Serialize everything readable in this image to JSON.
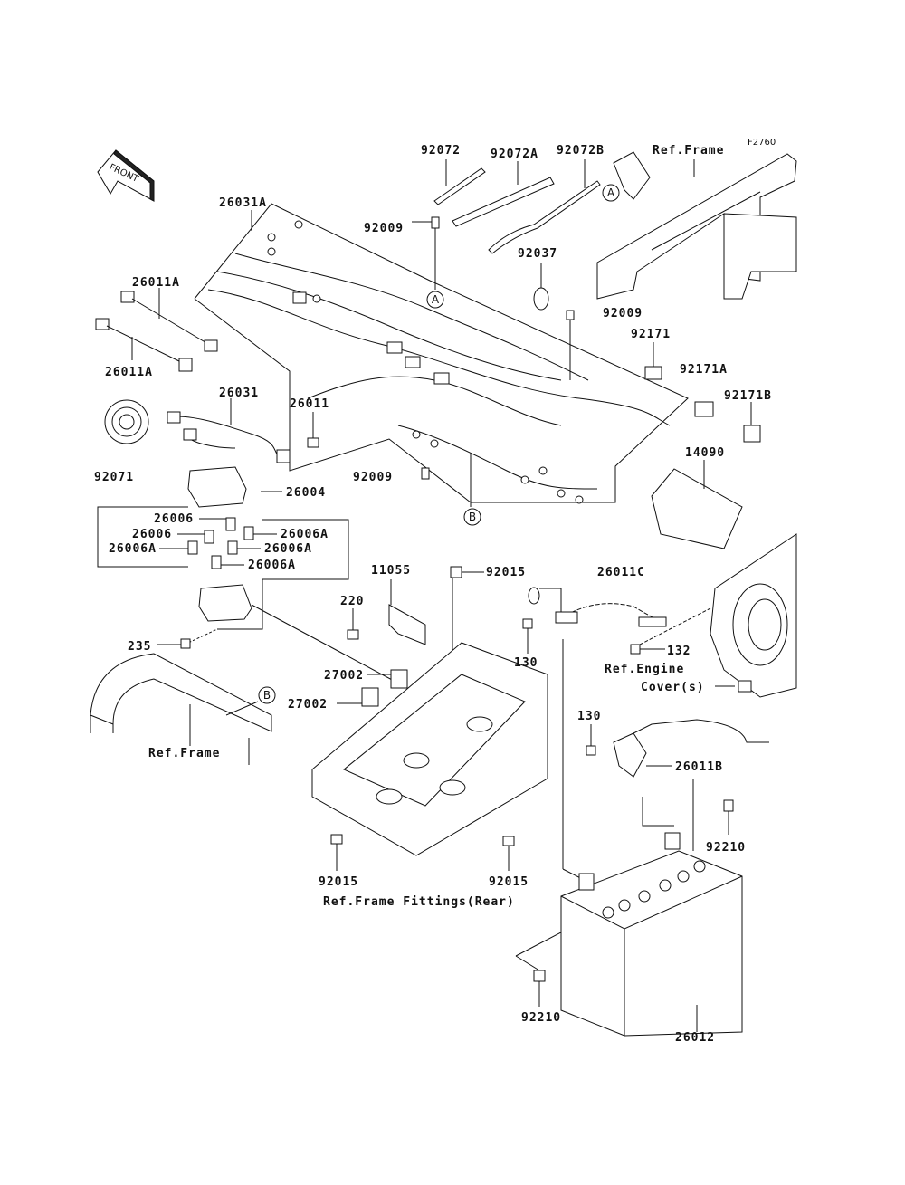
{
  "diagram": {
    "code": "F2760",
    "front_arrow": "FRONT",
    "refs": {
      "frame_top": "Ref.Frame",
      "frame_left": "Ref.Frame",
      "engine_cover_1": "Ref.Engine",
      "engine_cover_2": "Cover(s)",
      "frame_fittings": "Ref.Frame Fittings(Rear)"
    },
    "markers": {
      "a": "A",
      "b": "B"
    },
    "parts": [
      {
        "id": "p92072",
        "label": "92072"
      },
      {
        "id": "p92072a",
        "label": "92072A"
      },
      {
        "id": "p92072b",
        "label": "92072B"
      },
      {
        "id": "p26031a",
        "label": "26031A"
      },
      {
        "id": "p92009a",
        "label": "92009"
      },
      {
        "id": "p92037",
        "label": "92037"
      },
      {
        "id": "p26011a1",
        "label": "26011A"
      },
      {
        "id": "p26011a2",
        "label": "26011A"
      },
      {
        "id": "p92009b",
        "label": "92009"
      },
      {
        "id": "p92171",
        "label": "92171"
      },
      {
        "id": "p92171a",
        "label": "92171A"
      },
      {
        "id": "p26031",
        "label": "26031"
      },
      {
        "id": "p26011",
        "label": "26011"
      },
      {
        "id": "p92171b",
        "label": "92171B"
      },
      {
        "id": "p92071",
        "label": "92071"
      },
      {
        "id": "p92009c",
        "label": "92009"
      },
      {
        "id": "p14090",
        "label": "14090"
      },
      {
        "id": "p26004",
        "label": "26004"
      },
      {
        "id": "p26006a",
        "label": "26006"
      },
      {
        "id": "p26006b",
        "label": "26006"
      },
      {
        "id": "p26006A1",
        "label": "26006A"
      },
      {
        "id": "p26006A2",
        "label": "26006A"
      },
      {
        "id": "p26006A3",
        "label": "26006A"
      },
      {
        "id": "p26006A4",
        "label": "26006A"
      },
      {
        "id": "p11055",
        "label": "11055"
      },
      {
        "id": "p92015a",
        "label": "92015"
      },
      {
        "id": "p26011c",
        "label": "26011C"
      },
      {
        "id": "p220",
        "label": "220"
      },
      {
        "id": "p235",
        "label": "235"
      },
      {
        "id": "p130a",
        "label": "130"
      },
      {
        "id": "p132",
        "label": "132"
      },
      {
        "id": "p27002a",
        "label": "27002"
      },
      {
        "id": "p27002b",
        "label": "27002"
      },
      {
        "id": "p130b",
        "label": "130"
      },
      {
        "id": "p26011b",
        "label": "26011B"
      },
      {
        "id": "p92210a",
        "label": "92210"
      },
      {
        "id": "p92015b",
        "label": "92015"
      },
      {
        "id": "p92015c",
        "label": "92015"
      },
      {
        "id": "p92210b",
        "label": "92210"
      },
      {
        "id": "p26012",
        "label": "26012"
      }
    ]
  }
}
